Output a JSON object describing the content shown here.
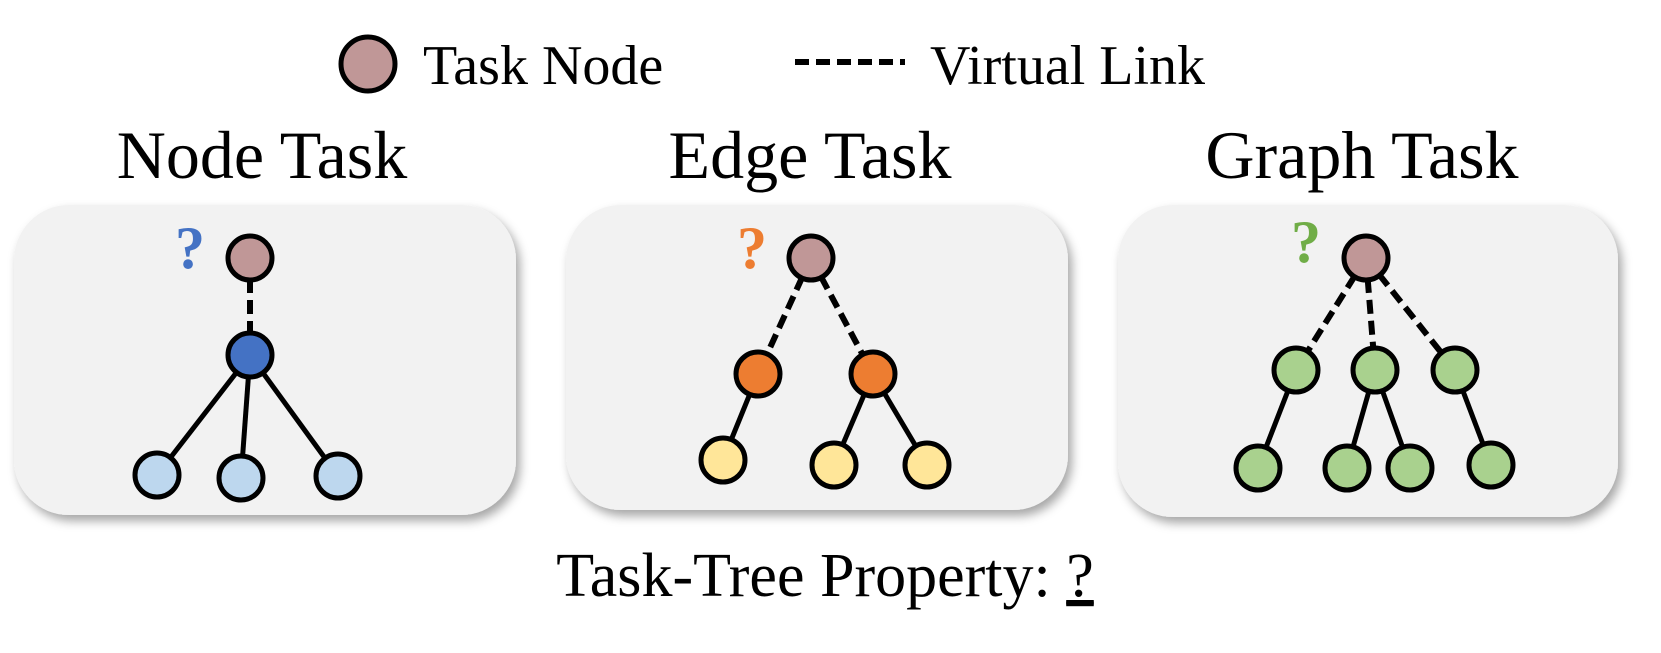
{
  "legend": {
    "task_node_label": "Task Node",
    "virtual_link_label": "Virtual Link"
  },
  "panels": [
    {
      "id": "node",
      "title": "Node Task",
      "question": "?",
      "accent": "#4472c4",
      "child_color": "#4472c4",
      "leaf_color": "#bdd7ee"
    },
    {
      "id": "edge",
      "title": "Edge Task",
      "question": "?",
      "accent": "#ed7d31",
      "child_color": "#ed7d31",
      "leaf_color": "#ffe699"
    },
    {
      "id": "graph",
      "title": "Graph Task",
      "question": "?",
      "accent": "#70ad47",
      "child_color": "#a9d18e",
      "leaf_color": "#a9d18e"
    }
  ],
  "colors": {
    "task_node": "#c09797",
    "panel_bg": "#f2f2f2"
  },
  "footer": {
    "label": "Task-Tree Property: ",
    "question": "?"
  }
}
